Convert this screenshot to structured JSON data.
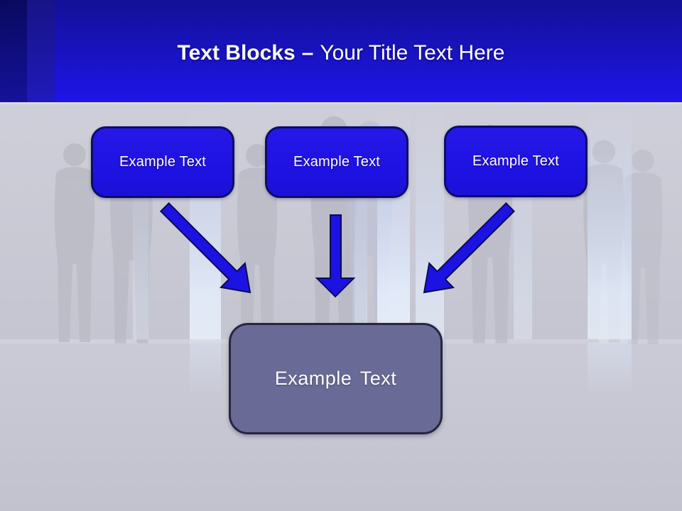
{
  "slide": {
    "title": {
      "bold": "Text Blocks",
      "separator": "–",
      "rest": "Your Title Text Here"
    },
    "top_boxes": [
      {
        "label": "Example Text"
      },
      {
        "label": "Example Text"
      },
      {
        "label": "Example Text"
      }
    ],
    "center_box": {
      "label": "Example Text"
    },
    "colors": {
      "header_gradient_top": "#131097",
      "header_gradient_bottom": "#1e15e8",
      "box_fill": "#1e13e4",
      "box_border": "#0d0d66",
      "center_fill": "#6a6a96",
      "center_border": "#26263f",
      "arrow_fill": "#1c12e2",
      "arrow_outline": "#0b0b55",
      "background": "#c6c6d2",
      "text": "#ffffff"
    }
  }
}
